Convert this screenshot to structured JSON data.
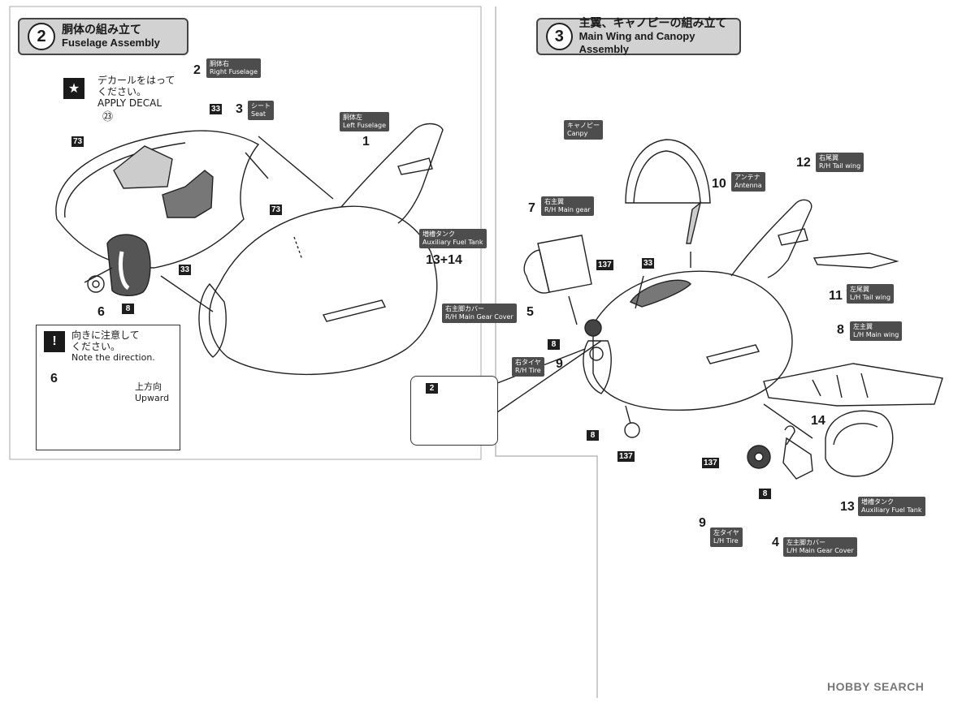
{
  "step2": {
    "number": "2",
    "title_jp": "胴体の組み立て",
    "title_en": "Fuselage Assembly",
    "decal_note": {
      "jp_line1": "デカールをはって",
      "jp_line2": "ください。",
      "en": "APPLY DECAL",
      "decal_number": "㉓"
    },
    "parts": {
      "p2": {
        "num": "2",
        "jp": "胴体右",
        "en": "Right Fuselage"
      },
      "p3": {
        "num": "3",
        "jp": "シート",
        "en": "Seat"
      },
      "p1": {
        "num": "1",
        "jp": "胴体左",
        "en": "Left Fuselage"
      },
      "p6": {
        "num": "6"
      }
    },
    "decals": {
      "d73a": "73",
      "d33a": "33",
      "d73b": "73",
      "d33b": "33",
      "d8": "8"
    },
    "direction_note": {
      "jp_line1": "向きに注意して",
      "jp_line2": "ください。",
      "en": "Note the direction.",
      "part_num": "6",
      "up_jp": "上方向",
      "up_en": "Upward"
    }
  },
  "step3": {
    "number": "3",
    "title_jp": "主翼、キャノピーの組み立て",
    "title_en": "Main Wing and Canopy Assembly",
    "parts": {
      "canopy": {
        "jp": "キャノピー",
        "en": "Canpy"
      },
      "p10": {
        "num": "10",
        "jp": "アンテナ",
        "en": "Antenna"
      },
      "p12": {
        "num": "12",
        "jp": "右尾翼",
        "en": "R/H Tail wing"
      },
      "p7": {
        "num": "7",
        "jp": "右主翼",
        "en": "R/H Main gear"
      },
      "p1314": {
        "num": "13+14",
        "jp": "増槽タンク",
        "en": "Auxiliary Fuel Tank"
      },
      "p5": {
        "num": "5",
        "jp": "右主脚カバー",
        "en": "R/H Main Gear Cover"
      },
      "p9r": {
        "num": "9",
        "jp": "右タイヤ",
        "en": "R/H Tire"
      },
      "p11": {
        "num": "11",
        "jp": "左尾翼",
        "en": "L/H Tail wing"
      },
      "p8": {
        "num": "8",
        "jp": "左主翼",
        "en": "L/H Main wing"
      },
      "p14": {
        "num": "14"
      },
      "p13": {
        "num": "13",
        "jp": "増槽タンク",
        "en": "Auxiliary Fuel Tank"
      },
      "p9l": {
        "num": "9",
        "jp": "左タイヤ",
        "en": "L/H Tire"
      },
      "p4": {
        "num": "4",
        "jp": "左主脚カバー",
        "en": "L/H Main Gear Cover"
      }
    },
    "decals": {
      "d137a": "137",
      "d33": "33",
      "d8a": "8",
      "d2": "2",
      "d8b": "8",
      "d137b": "137",
      "d137c": "137",
      "d8c": "8"
    }
  },
  "watermark": "HOBBY SEARCH"
}
